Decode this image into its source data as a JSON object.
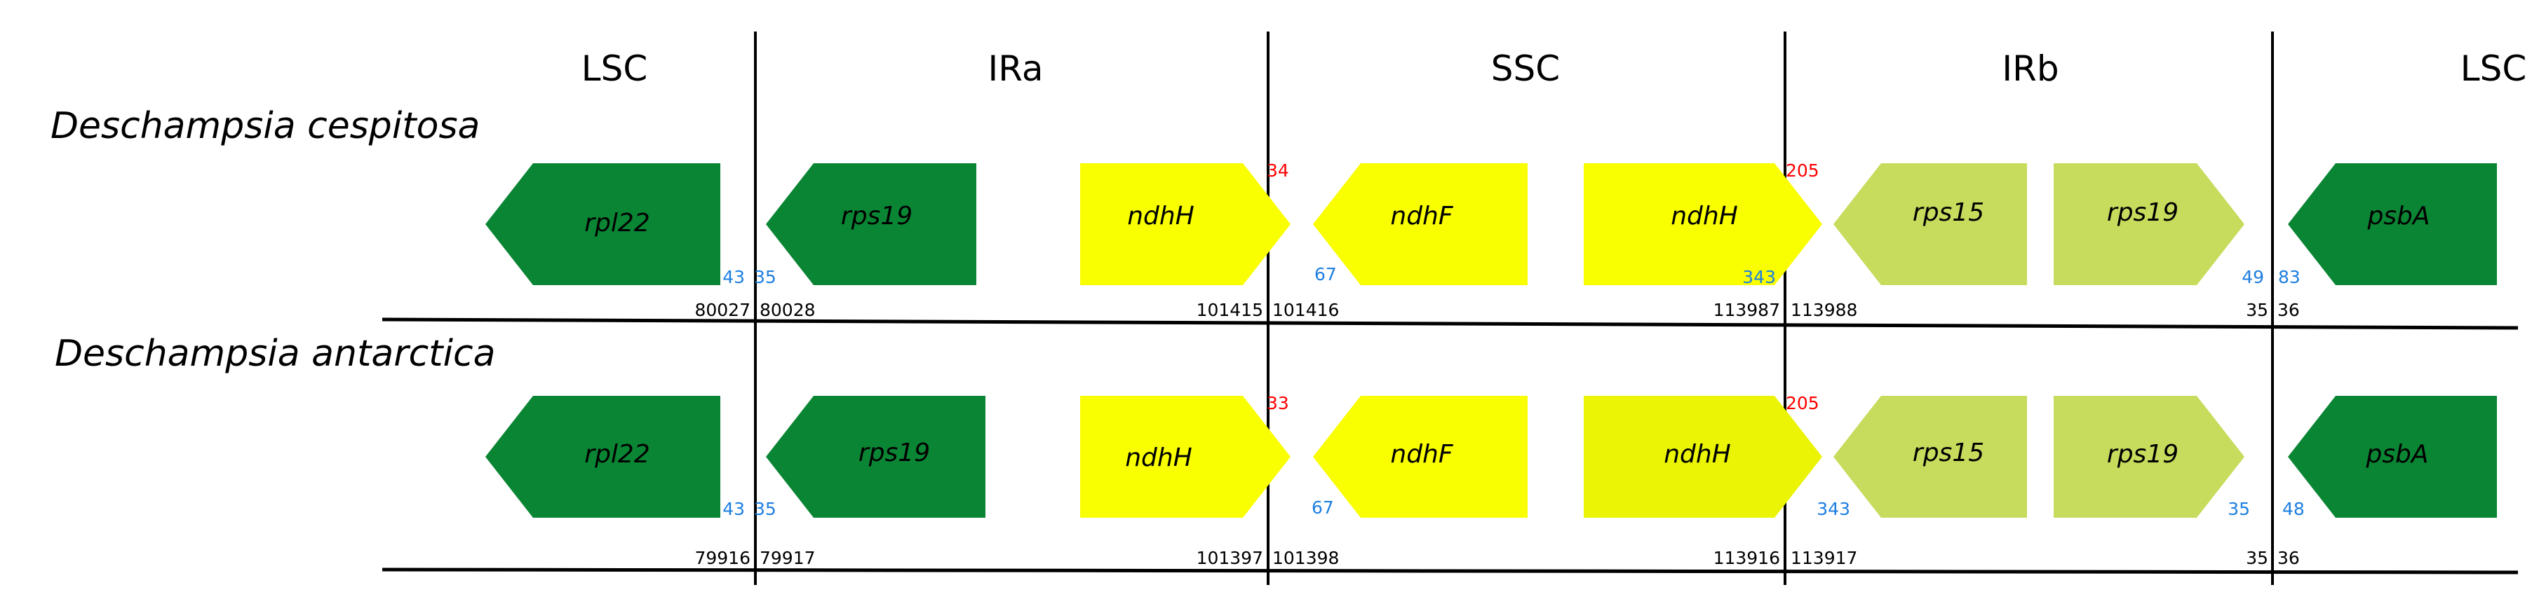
{
  "colors": {
    "dark_green": "#0a8534",
    "light_green": "#c7dc5d",
    "yellow": "#f9ff00",
    "yellow_alt": "#eaf404",
    "blue": "#1e7fe0",
    "red": "#ff0000",
    "line": "#000000"
  },
  "regions": [
    "LSC",
    "IRa",
    "SSC",
    "IRb",
    "LSC"
  ],
  "tracks": [
    {
      "species": "Deschampsia cespitosa",
      "genes": [
        {
          "name": "rpl22",
          "color": "dark_green",
          "dir": "left"
        },
        {
          "name": "rps19",
          "color": "dark_green",
          "dir": "left"
        },
        {
          "name": "ndhH",
          "color": "yellow",
          "dir": "right"
        },
        {
          "name": "ndhF",
          "color": "yellow",
          "dir": "left"
        },
        {
          "name": "ndhH",
          "color": "yellow",
          "dir": "right"
        },
        {
          "name": "rps15",
          "color": "light_green",
          "dir": "left"
        },
        {
          "name": "rps19",
          "color": "light_green",
          "dir": "right"
        },
        {
          "name": "psbA",
          "color": "dark_green",
          "dir": "left"
        }
      ],
      "blue_numbers": [
        "43",
        "35",
        "67",
        "343",
        "49",
        "83"
      ],
      "red_numbers": [
        "34",
        "205"
      ],
      "positions": [
        "80027",
        "80028",
        "101415",
        "101416",
        "113987",
        "113988",
        "35",
        "36"
      ]
    },
    {
      "species": "Deschampsia antarctica",
      "genes": [
        {
          "name": "rpl22",
          "color": "dark_green",
          "dir": "left"
        },
        {
          "name": "rps19",
          "color": "dark_green",
          "dir": "left"
        },
        {
          "name": "ndhH",
          "color": "yellow",
          "dir": "right"
        },
        {
          "name": "ndhF",
          "color": "yellow",
          "dir": "left"
        },
        {
          "name": "ndhH",
          "color": "yellow_alt",
          "dir": "right"
        },
        {
          "name": "rps15",
          "color": "light_green",
          "dir": "left"
        },
        {
          "name": "rps19",
          "color": "light_green",
          "dir": "right"
        },
        {
          "name": "psbA",
          "color": "dark_green",
          "dir": "left"
        }
      ],
      "blue_numbers": [
        "43",
        "35",
        "67",
        "343",
        "35",
        "48"
      ],
      "red_numbers": [
        "33",
        "205"
      ],
      "positions": [
        "79916",
        "79917",
        "101397",
        "101398",
        "113916",
        "113917",
        "35",
        "36"
      ]
    }
  ]
}
